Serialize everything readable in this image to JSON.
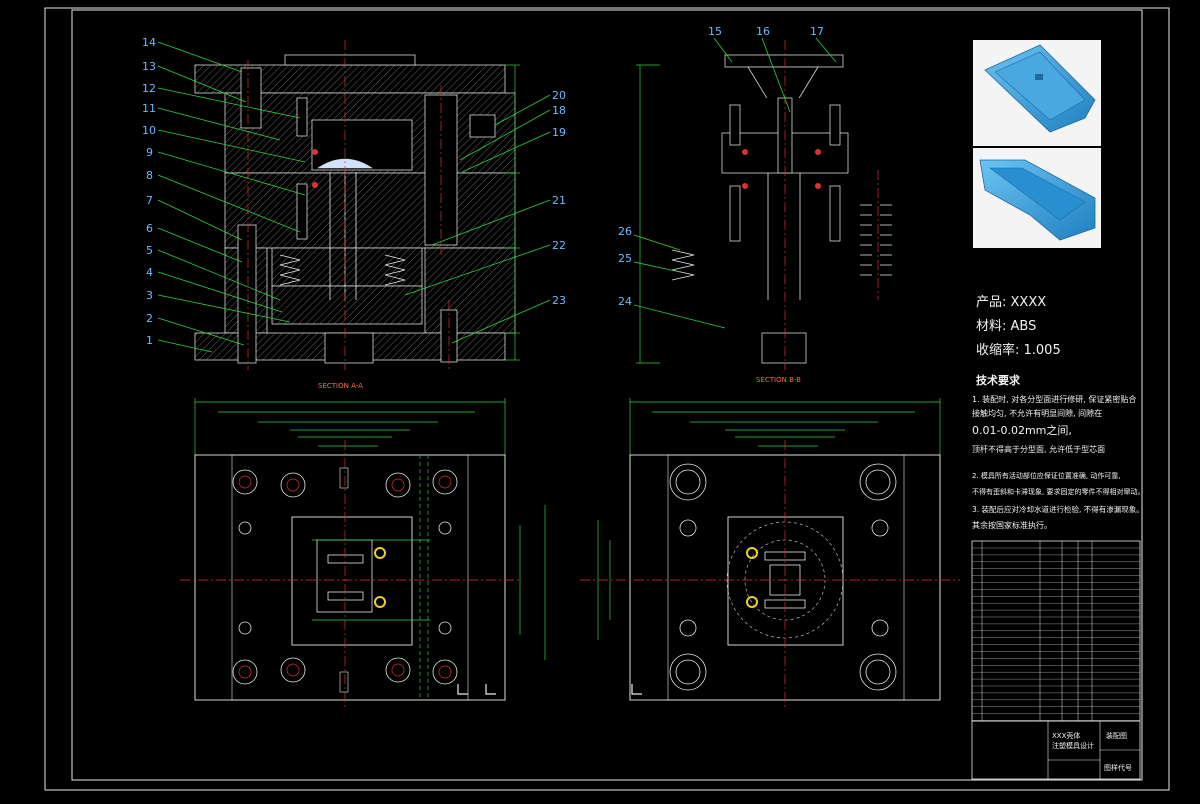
{
  "colors": {
    "background": "#000000",
    "outline": "#d8d8d8",
    "centerline": "#e03030",
    "dimension": "#30d040",
    "callout": "#70b8ff",
    "section_label": "#ff6a4a",
    "part_render": "#38a8e0"
  },
  "callouts": {
    "left": [
      "14",
      "13",
      "12",
      "11",
      "10",
      "9",
      "8",
      "7",
      "6",
      "5",
      "4",
      "3",
      "2",
      "1"
    ],
    "right_a": [
      "20",
      "18",
      "19",
      "21",
      "22",
      "23"
    ],
    "top_b": [
      "15",
      "16",
      "17"
    ],
    "left_b": [
      "26",
      "25",
      "24"
    ]
  },
  "section_labels": {
    "a": "SECTION A-A",
    "b": "SECTION B-B"
  },
  "specs": {
    "product": "产品: XXXX",
    "material": "材料: ABS",
    "shrinkage": "收缩率: 1.005"
  },
  "notes": {
    "title": "技术要求",
    "line1": "1. 装配时, 对各分型面进行修研, 保证紧密贴合",
    "line2": "接触均匀, 不允许有明显间隙, 间隙在",
    "line3": "0.01-0.02mm之间,",
    "line4": "顶杆不得高于分型面, 允许低于型芯面",
    "line5": "2. 模具所有活动部位应保证位置准确, 动作可靠,",
    "line6": "不得有歪斜和卡滞现象, 要求固定的零件不得相对窜动。",
    "line7": "3. 装配后应对冷却水道进行检验, 不得有渗漏现象。",
    "line8": "其余按国家标准执行。"
  },
  "title_block": {
    "design_title_1": "XXX壳体",
    "design_title_2": "注塑模具设计",
    "drawing_type": "装配图",
    "drawing_no": "图样代号"
  }
}
